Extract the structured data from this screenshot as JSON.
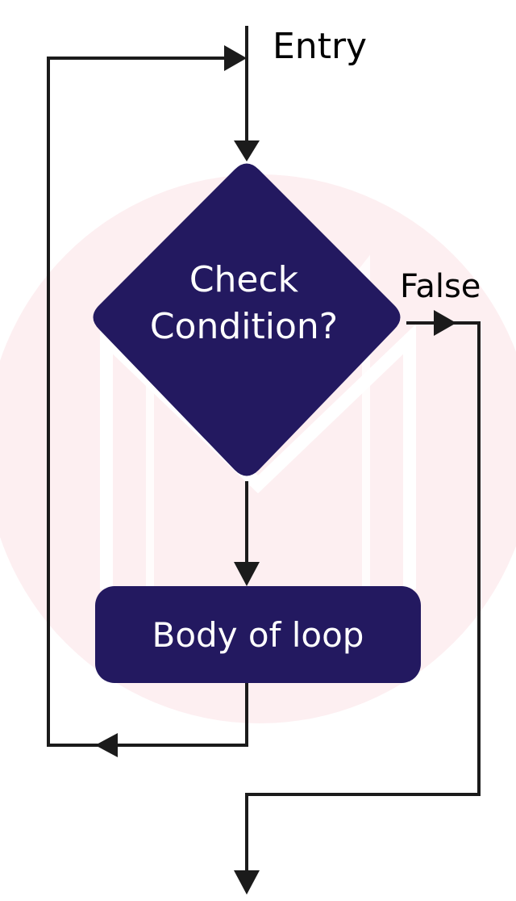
{
  "diagram": {
    "entry_label": "Entry",
    "false_label": "False",
    "decision": {
      "line1": "Check",
      "line2": "Condition?"
    },
    "process": "Body of loop"
  },
  "colors": {
    "node_fill": "#231960",
    "node_text": "#ffffff",
    "line": "#1b1b1b",
    "watermark_fill": "#fdeff1",
    "watermark_stroke": "#ffffff"
  }
}
